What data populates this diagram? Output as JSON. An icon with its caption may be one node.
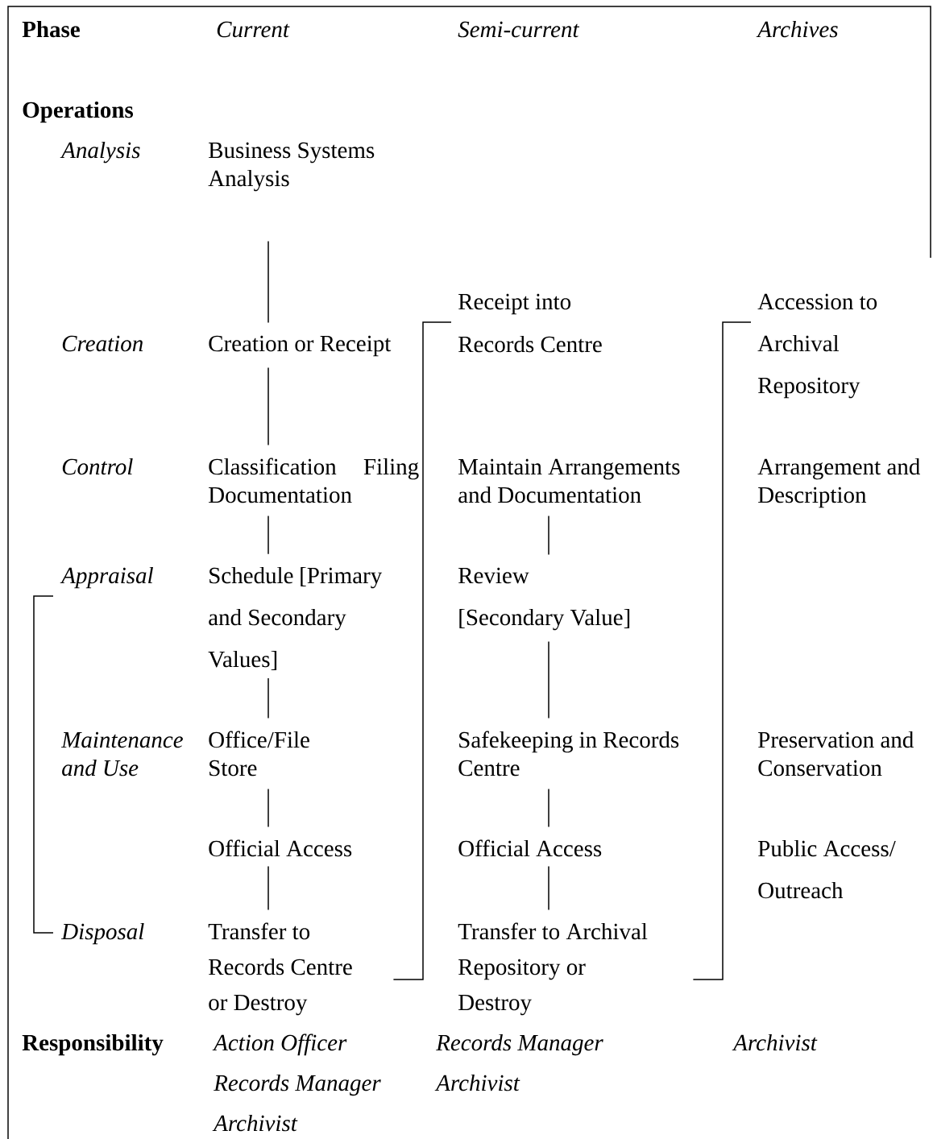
{
  "diagram": {
    "nodes": [
      {
        "text": [
          "Business Systems Analysis"
        ]
      },
      {
        "text": [
          "Creation or Receipt"
        ]
      },
      {
        "text": [
          "Classification Filing Documentation"
        ]
      },
      {
        "text": [
          "Schedule [Primary and Secondary Values]"
        ]
      },
      {
        "text": [
          "Office/File Store"
        ]
      },
      {
        "text": [
          "Official Access"
        ]
      },
      {
        "text": [
          "Transfer to Records Centre or Destroy"
        ]
      },
      {
        "text": [
          "Receipt into Records Centre"
        ]
      },
      {
        "text": [
          "Maintain Arrangements and Documentation"
        ]
      },
      {
        "text": [
          "Review [Secondary Value]"
        ]
      },
      {
        "text": [
          "Safekeeping in Records Centre"
        ]
      },
      {
        "text": [
          "Official Access"
        ]
      },
      {
        "text": [
          "Transfer to Archival Repository or Destroy"
        ]
      },
      {
        "text": [
          "Accession to Archival Repository"
        ]
      }
    ],
    "edges": [
      {
        "from": 0,
        "to": 1,
        "arrow": "none"
      },
      {
        "from": 1,
        "to": 2,
        "arrow": "none"
      },
      {
        "from": 2,
        "to": 3,
        "arrow": "none"
      },
      {
        "from": 3,
        "to": 4,
        "arrow": "none"
      },
      {
        "from": 4,
        "to": 5,
        "arrow": "none"
      },
      {
        "from": 5,
        "to": 6,
        "arrow": "none"
      },
      {
        "from": 8,
        "to": 9,
        "arrow": "none"
      },
      {
        "from": 9,
        "to": 10,
        "arrow": "none"
      },
      {
        "from": 10,
        "to": 11,
        "arrow": "none"
      },
      {
        "from": 11,
        "to": 12,
        "arrow": "none"
      },
      {
        "from": 6,
        "to": 7,
        "arrow": "none"
      },
      {
        "from": 12,
        "to": 13,
        "arrow": "none"
      }
    ],
    "labels": [
      "Phase",
      "Current",
      "Semi-current",
      "Archives",
      "Operations",
      "Analysis",
      "Creation",
      "Control",
      "Arrangement and Description",
      "Appraisal",
      "Maintenance and Use",
      "Preservation and Conservation",
      "Public Access/ Outreach",
      "Disposal",
      "Responsibility",
      "Action Officer",
      "Records Manager",
      "Archivist",
      "Records Manager",
      "Archivist",
      "Archivist"
    ]
  }
}
